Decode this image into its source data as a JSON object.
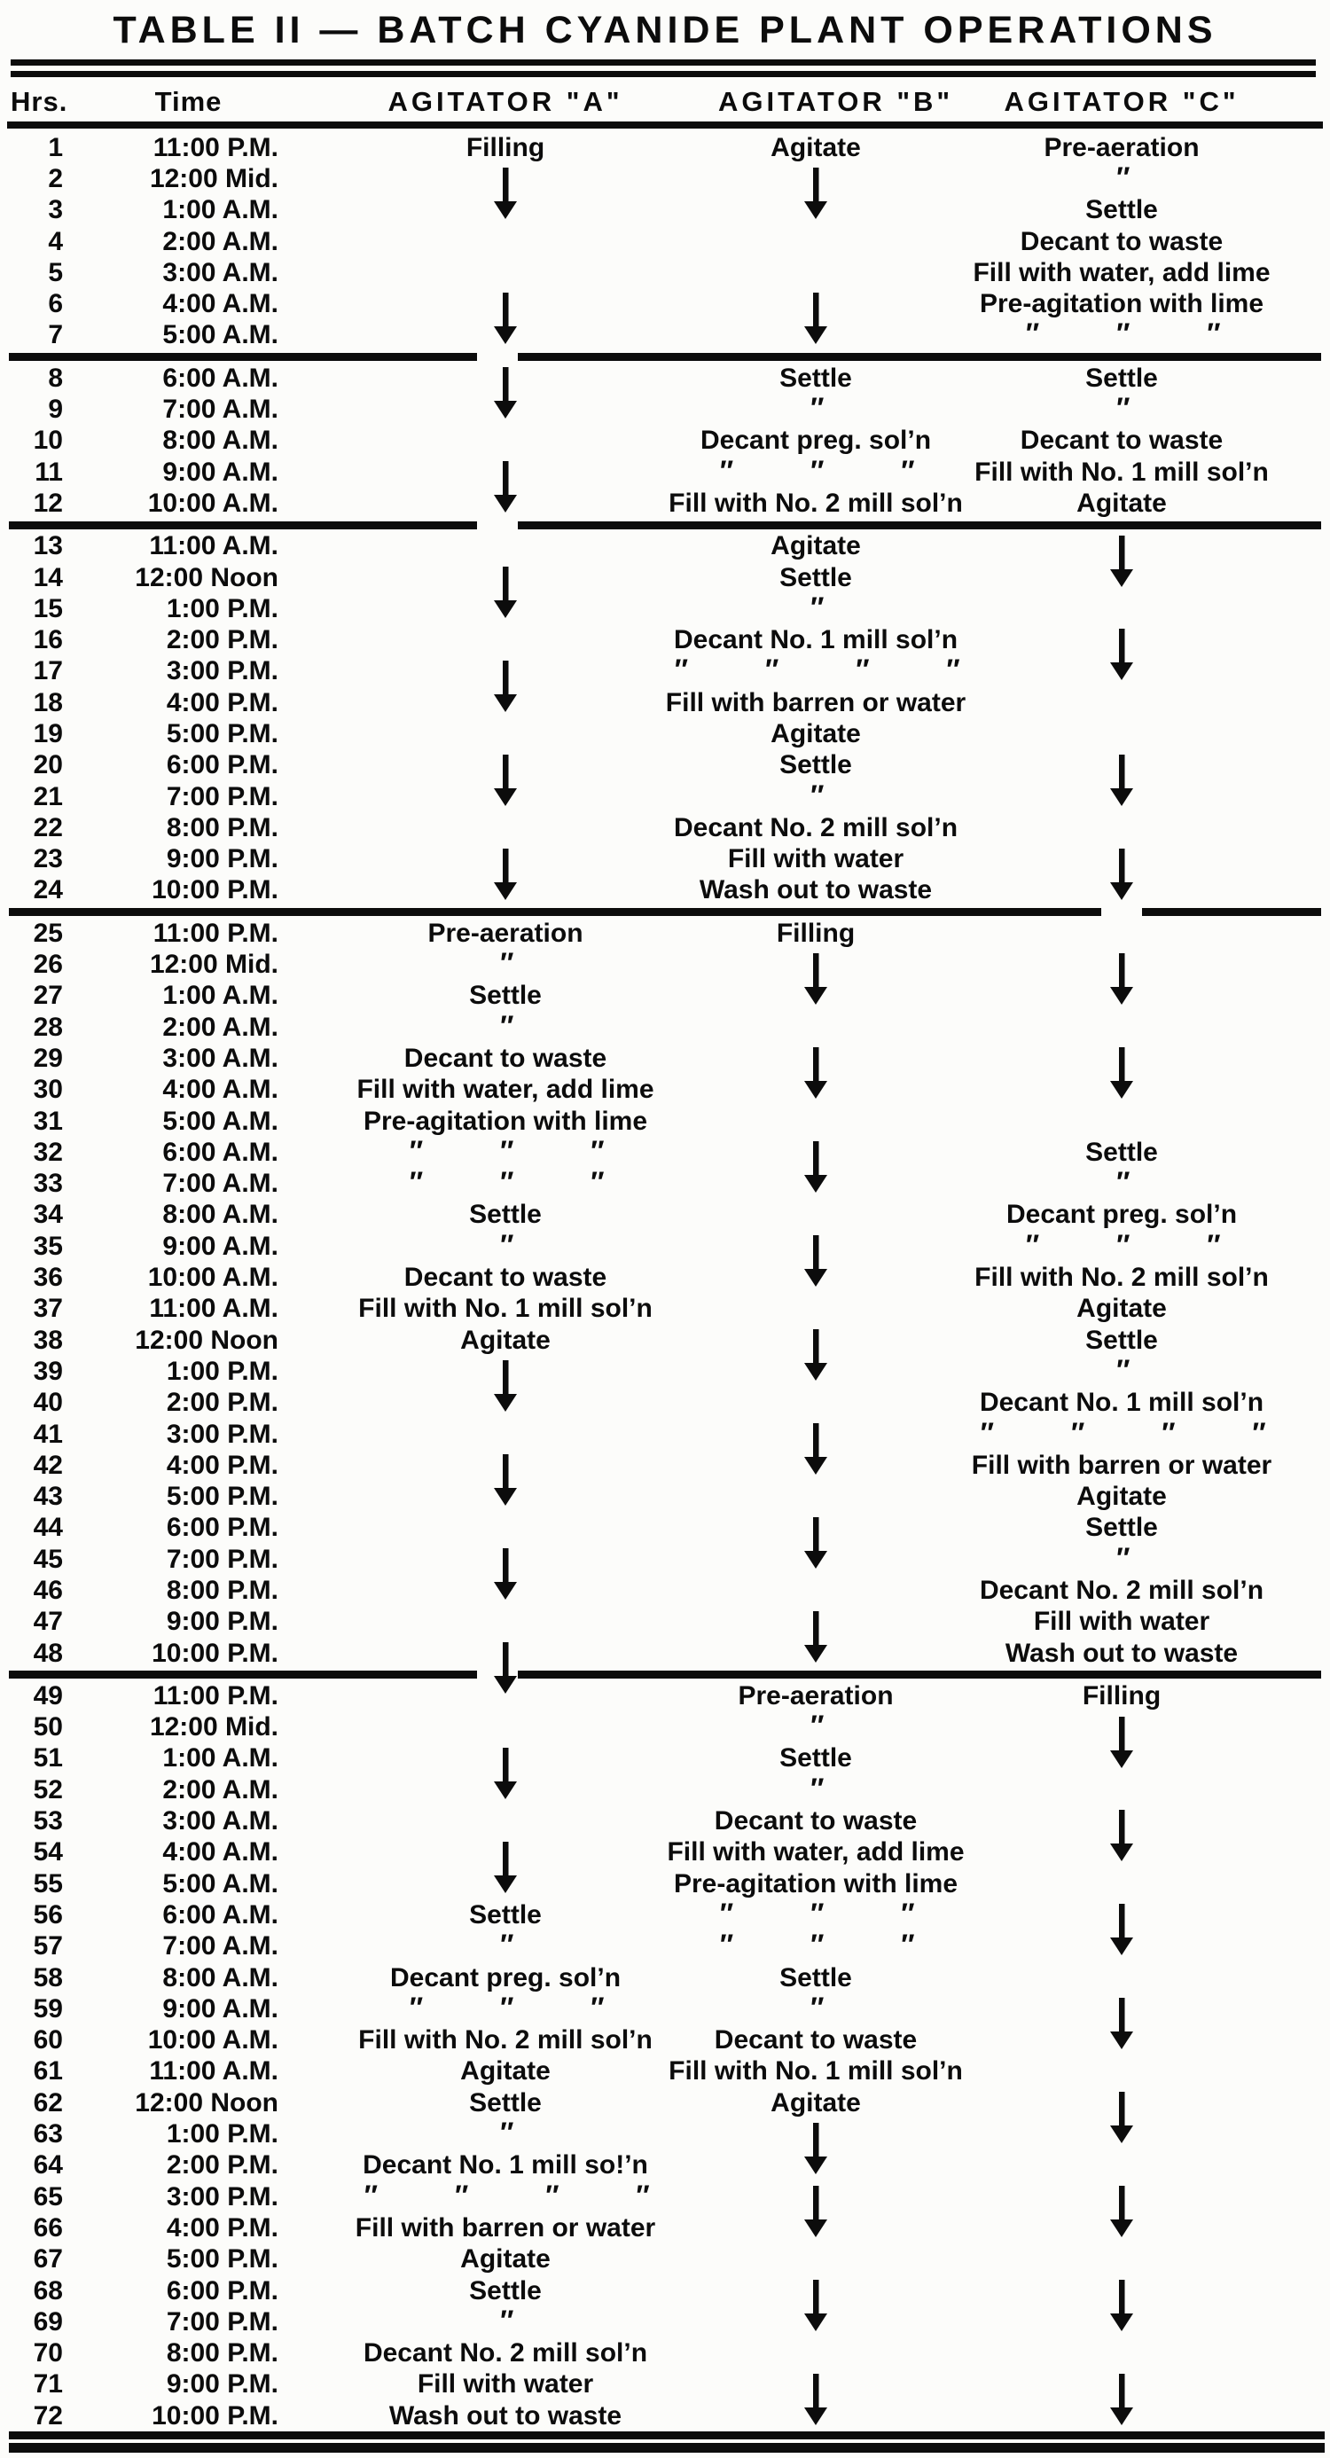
{
  "title": "TABLE II — BATCH CYANIDE PLANT OPERATIONS",
  "columns": {
    "hrs": "Hrs.",
    "time": "Time",
    "a": "AGITATOR \"A\"",
    "b": "AGITATOR \"B\"",
    "c": "AGITATOR \"C\""
  },
  "colors": {
    "ink": "#0c0c0c",
    "paper": "#fcfcfa"
  },
  "icons": {
    "arrow": "down-arrow-icon",
    "ditto": "ditto-mark"
  },
  "section_breaks": [
    {
      "after": 7,
      "gap_col": "a"
    },
    {
      "after": 12,
      "gap_col": "a"
    },
    {
      "after": 24,
      "gap_col": "c"
    },
    {
      "after": 48,
      "gap_col": "a"
    }
  ],
  "rows": [
    {
      "hr": 1,
      "time": "11:00 P.M.",
      "a": "Filling",
      "b": "Agitate",
      "c": "Pre-aeration"
    },
    {
      "hr": 2,
      "time": "12:00 Mid.",
      "a": "AR",
      "b": "AR",
      "c": "″"
    },
    {
      "hr": 3,
      "time": "1:00 A.M.",
      "a": "",
      "b": "",
      "c": "Settle"
    },
    {
      "hr": 4,
      "time": "2:00 A.M.",
      "a": "",
      "b": "",
      "c": "Decant to waste"
    },
    {
      "hr": 5,
      "time": "3:00 A.M.",
      "a": "",
      "b": "",
      "c": "Fill with water, add lime"
    },
    {
      "hr": 6,
      "time": "4:00 A.M.",
      "a": "AR",
      "b": "AR",
      "c": "Pre-agitation with lime"
    },
    {
      "hr": 7,
      "time": "5:00 A.M.",
      "a": "",
      "b": "",
      "c": "″ ″ ″"
    },
    {
      "hr": 8,
      "time": "6:00 A.M.",
      "a": "AR",
      "b": "Settle",
      "c": "Settle"
    },
    {
      "hr": 9,
      "time": "7:00 A.M.",
      "a": "",
      "b": "″",
      "c": "″"
    },
    {
      "hr": 10,
      "time": "8:00 A.M.",
      "a": "",
      "b": "Decant preg. sol’n",
      "c": "Decant to waste"
    },
    {
      "hr": 11,
      "time": "9:00 A.M.",
      "a": "AR",
      "b": "″ ″ ″",
      "c": "Fill with No. 1 mill sol’n"
    },
    {
      "hr": 12,
      "time": "10:00 A.M.",
      "a": "",
      "b": "Fill with No. 2 mill sol’n",
      "c": "Agitate"
    },
    {
      "hr": 13,
      "time": "11:00 A.M.",
      "a": "",
      "b": "Agitate",
      "c": "AR"
    },
    {
      "hr": 14,
      "time": "12:00 Noon",
      "a": "AR",
      "b": "Settle",
      "c": ""
    },
    {
      "hr": 15,
      "time": "1:00 P.M.",
      "a": "",
      "b": "″",
      "c": ""
    },
    {
      "hr": 16,
      "time": "2:00 P.M.",
      "a": "",
      "b": "Decant No. 1 mill sol’n",
      "c": "AR"
    },
    {
      "hr": 17,
      "time": "3:00 P.M.",
      "a": "AR",
      "b": "″ ″ ″ ″",
      "c": ""
    },
    {
      "hr": 18,
      "time": "4:00 P.M.",
      "a": "",
      "b": "Fill with barren or water",
      "c": ""
    },
    {
      "hr": 19,
      "time": "5:00 P.M.",
      "a": "",
      "b": "Agitate",
      "c": ""
    },
    {
      "hr": 20,
      "time": "6:00 P.M.",
      "a": "AR",
      "b": "Settle",
      "c": "AR"
    },
    {
      "hr": 21,
      "time": "7:00 P.M.",
      "a": "",
      "b": "″",
      "c": ""
    },
    {
      "hr": 22,
      "time": "8:00 P.M.",
      "a": "",
      "b": "Decant No. 2 mill sol’n",
      "c": ""
    },
    {
      "hr": 23,
      "time": "9:00 P.M.",
      "a": "AR",
      "b": "Fill with water",
      "c": "AR"
    },
    {
      "hr": 24,
      "time": "10:00 P.M.",
      "a": "",
      "b": "Wash out to waste",
      "c": ""
    },
    {
      "hr": 25,
      "time": "11:00 P.M.",
      "a": "Pre-aeration",
      "b": "Filling",
      "c": ""
    },
    {
      "hr": 26,
      "time": "12:00 Mid.",
      "a": "″",
      "b": "AR",
      "c": "AR"
    },
    {
      "hr": 27,
      "time": "1:00 A.M.",
      "a": "Settle",
      "b": "",
      "c": ""
    },
    {
      "hr": 28,
      "time": "2:00 A.M.",
      "a": "″",
      "b": "",
      "c": ""
    },
    {
      "hr": 29,
      "time": "3:00 A.M.",
      "a": "Decant to waste",
      "b": "AR",
      "c": "AR"
    },
    {
      "hr": 30,
      "time": "4:00 A.M.",
      "a": "Fill with water, add lime",
      "b": "",
      "c": ""
    },
    {
      "hr": 31,
      "time": "5:00 A.M.",
      "a": "Pre-agitation with lime",
      "b": "",
      "c": ""
    },
    {
      "hr": 32,
      "time": "6:00 A.M.",
      "a": "″ ″ ″",
      "b": "AR",
      "c": "Settle"
    },
    {
      "hr": 33,
      "time": "7:00 A.M.",
      "a": "″ ″ ″",
      "b": "",
      "c": "″"
    },
    {
      "hr": 34,
      "time": "8:00 A.M.",
      "a": "Settle",
      "b": "",
      "c": "Decant preg. sol’n"
    },
    {
      "hr": 35,
      "time": "9:00 A.M.",
      "a": "″",
      "b": "AR",
      "c": "″ ″ ″"
    },
    {
      "hr": 36,
      "time": "10:00 A.M.",
      "a": "Decant to waste",
      "b": "",
      "c": "Fill with No. 2 mill sol’n"
    },
    {
      "hr": 37,
      "time": "11:00 A.M.",
      "a": "Fill with No. 1 mill sol’n",
      "b": "",
      "c": "Agitate"
    },
    {
      "hr": 38,
      "time": "12:00 Noon",
      "a": "Agitate",
      "b": "AR",
      "c": "Settle"
    },
    {
      "hr": 39,
      "time": "1:00 P.M.",
      "a": "AR",
      "b": "",
      "c": "″"
    },
    {
      "hr": 40,
      "time": "2:00 P.M.",
      "a": "",
      "b": "",
      "c": "Decant No. 1 mill sol’n"
    },
    {
      "hr": 41,
      "time": "3:00 P.M.",
      "a": "",
      "b": "AR",
      "c": "″ ″ ″ ″"
    },
    {
      "hr": 42,
      "time": "4:00 P.M.",
      "a": "AR",
      "b": "",
      "c": "Fill with barren or water"
    },
    {
      "hr": 43,
      "time": "5:00 P.M.",
      "a": "",
      "b": "",
      "c": "Agitate"
    },
    {
      "hr": 44,
      "time": "6:00 P.M.",
      "a": "",
      "b": "AR",
      "c": "Settle"
    },
    {
      "hr": 45,
      "time": "7:00 P.M.",
      "a": "AR",
      "b": "",
      "c": "″"
    },
    {
      "hr": 46,
      "time": "8:00 P.M.",
      "a": "",
      "b": "",
      "c": "Decant No. 2 mill sol’n"
    },
    {
      "hr": 47,
      "time": "9:00 P.M.",
      "a": "",
      "b": "AR",
      "c": "Fill with water"
    },
    {
      "hr": 48,
      "time": "10:00 P.M.",
      "a": "AR",
      "b": "",
      "c": "Wash out to waste"
    },
    {
      "hr": 49,
      "time": "11:00 P.M.",
      "a": "",
      "b": "Pre-aeration",
      "c": "Filling"
    },
    {
      "hr": 50,
      "time": "12:00 Mid.",
      "a": "",
      "b": "″",
      "c": "AR"
    },
    {
      "hr": 51,
      "time": "1:00 A.M.",
      "a": "AR",
      "b": "Settle",
      "c": ""
    },
    {
      "hr": 52,
      "time": "2:00 A.M.",
      "a": "",
      "b": "″",
      "c": ""
    },
    {
      "hr": 53,
      "time": "3:00 A.M.",
      "a": "",
      "b": "Decant to waste",
      "c": "AR"
    },
    {
      "hr": 54,
      "time": "4:00 A.M.",
      "a": "AR",
      "b": "Fill with water, add lime",
      "c": ""
    },
    {
      "hr": 55,
      "time": "5:00 A.M.",
      "a": "",
      "b": "Pre-agitation with lime",
      "c": ""
    },
    {
      "hr": 56,
      "time": "6:00 A.M.",
      "a": "Settle",
      "b": "″ ″ ″",
      "c": "AR"
    },
    {
      "hr": 57,
      "time": "7:00 A.M.",
      "a": "″",
      "b": "″ ″ ″",
      "c": ""
    },
    {
      "hr": 58,
      "time": "8:00 A.M.",
      "a": "Decant preg. sol’n",
      "b": "Settle",
      "c": ""
    },
    {
      "hr": 59,
      "time": "9:00 A.M.",
      "a": "″ ″ ″",
      "b": "″",
      "c": "AR"
    },
    {
      "hr": 60,
      "time": "10:00 A.M.",
      "a": "Fill with No. 2 mill sol’n",
      "b": "Decant to waste",
      "c": ""
    },
    {
      "hr": 61,
      "time": "11:00 A.M.",
      "a": "Agitate",
      "b": "Fill with No. 1 mill sol’n",
      "c": ""
    },
    {
      "hr": 62,
      "time": "12:00 Noon",
      "a": "Settle",
      "b": "Agitate",
      "c": "AR"
    },
    {
      "hr": 63,
      "time": "1:00 P.M.",
      "a": "″",
      "b": "AR",
      "c": ""
    },
    {
      "hr": 64,
      "time": "2:00 P.M.",
      "a": "Decant No. 1 mill so!’n",
      "b": "",
      "c": ""
    },
    {
      "hr": 65,
      "time": "3:00 P.M.",
      "a": "″ ″ ″ ″",
      "b": "AR",
      "c": "AR"
    },
    {
      "hr": 66,
      "time": "4:00 P.M.",
      "a": "Fill with barren or water",
      "b": "",
      "c": ""
    },
    {
      "hr": 67,
      "time": "5:00 P.M.",
      "a": "Agitate",
      "b": "",
      "c": ""
    },
    {
      "hr": 68,
      "time": "6:00 P.M.",
      "a": "Settle",
      "b": "AR",
      "c": "AR"
    },
    {
      "hr": 69,
      "time": "7:00 P.M.",
      "a": "″",
      "b": "",
      "c": ""
    },
    {
      "hr": 70,
      "time": "8:00 P.M.",
      "a": "Decant No. 2 mill sol’n",
      "b": "",
      "c": ""
    },
    {
      "hr": 71,
      "time": "9:00 P.M.",
      "a": "Fill with water",
      "b": "AR",
      "c": "AR"
    },
    {
      "hr": 72,
      "time": "10:00 P.M.",
      "a": "Wash out to waste",
      "b": "",
      "c": ""
    }
  ]
}
